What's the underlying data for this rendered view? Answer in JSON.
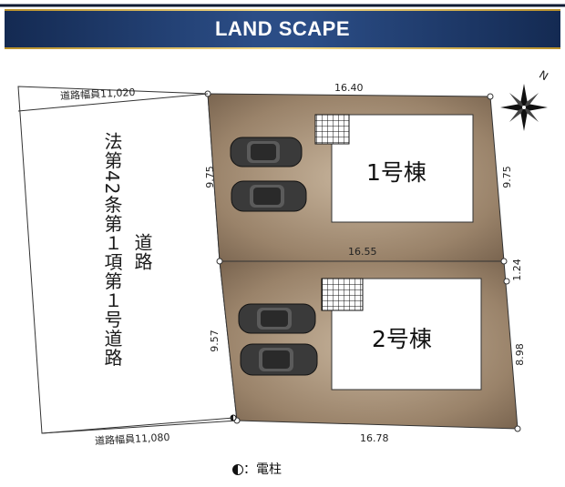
{
  "header": {
    "title": "LAND SCAPE"
  },
  "road": {
    "label_lines": [
      "法",
      "第",
      "42",
      "条",
      "第",
      "1",
      "項",
      "第",
      "1",
      "号",
      "道",
      "路"
    ],
    "col1": "法第42条第１項第１号道路",
    "col2": "道路",
    "width_top": "道路幅員11,020",
    "width_bottom": "道路幅員11,080"
  },
  "lots": [
    {
      "name": "1号棟",
      "top": "16.40",
      "left": "9.75",
      "right": "9.75"
    },
    {
      "name": "2号棟",
      "top": "16.55",
      "left": "9.57",
      "right_short": "1.24",
      "right": "8.98",
      "bottom": "16.78"
    }
  ],
  "legend": {
    "text": "：電柱"
  },
  "compass": {
    "north": "N"
  },
  "colors": {
    "lot_fill": "#8f7a63",
    "banner": "#1d3a6e",
    "accent_gold": "#d9b75a"
  }
}
